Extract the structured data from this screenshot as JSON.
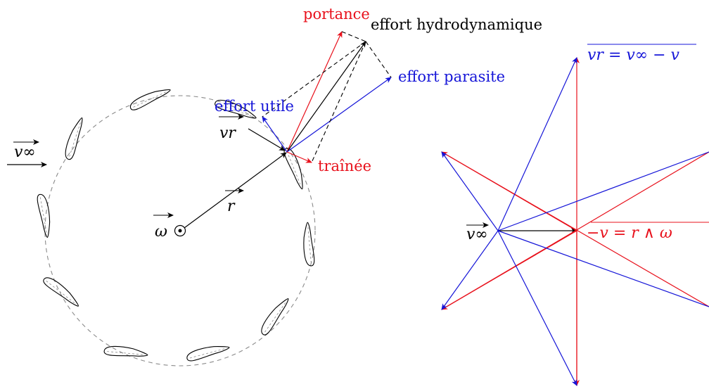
{
  "colors": {
    "black": "#000000",
    "red": "#e8101b",
    "blue": "#1515d8",
    "circle": "#8a8a8a"
  },
  "labels": {
    "lift": "portance",
    "hydro_force": "effort hydrodynamique",
    "parasitic_force": "effort parasite",
    "useful_force": "effort utile",
    "drag": "traînée"
  },
  "vectors": {
    "v_inf": "v∞",
    "v_r": "vr",
    "r": "r",
    "omega": "ω",
    "relation_vr": "vr = v∞ − v",
    "relation_v": "−v = r ∧ ω"
  }
}
